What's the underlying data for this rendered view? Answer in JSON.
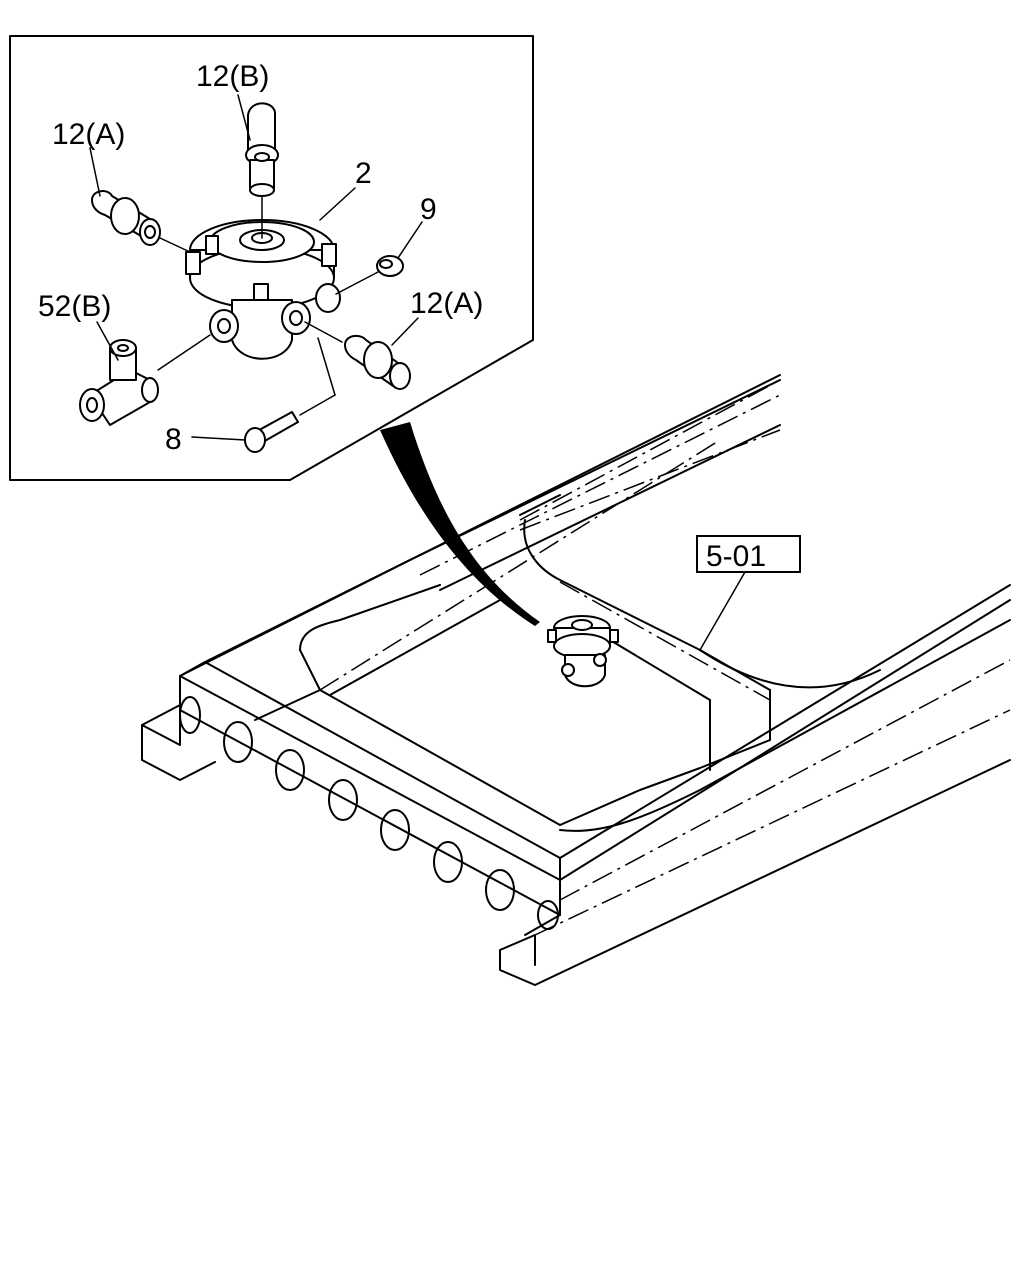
{
  "callouts": {
    "c12b": "12(B)",
    "c12a_left": "12(A)",
    "c2": "2",
    "c9": "9",
    "c52b": "52(B)",
    "c12a_right": "12(A)",
    "c8": "8",
    "ref": "5-01"
  }
}
